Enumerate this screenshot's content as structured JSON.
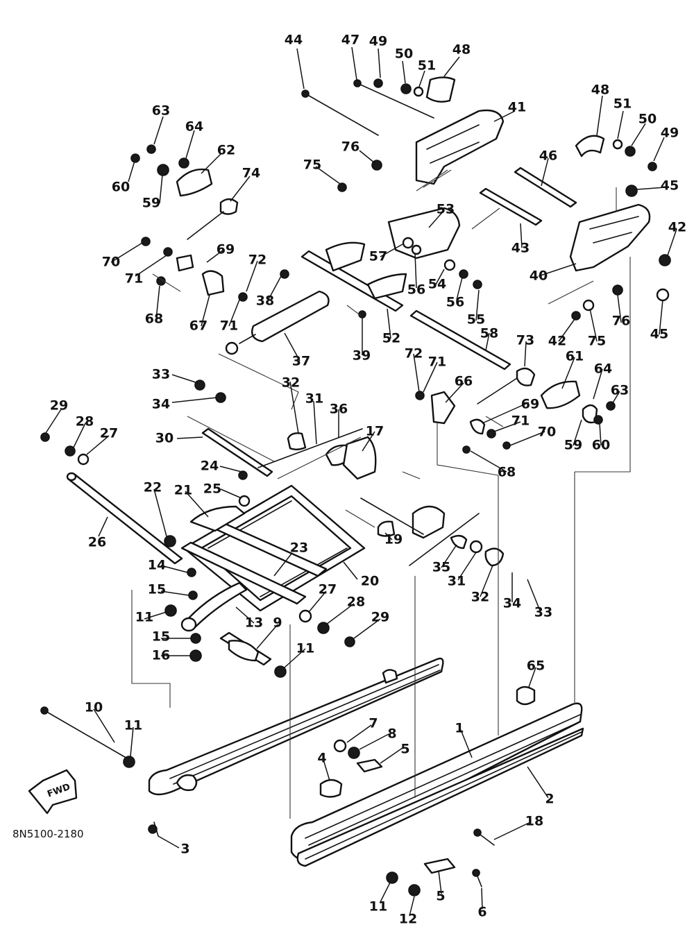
{
  "diagram_code": "8N5100-2180",
  "direction_label": "FWD",
  "colors": {
    "ink": "#111111",
    "paper": "#ffffff"
  },
  "part_numbers": [
    "1",
    "2",
    "3",
    "4",
    "5",
    "6",
    "7",
    "8",
    "9",
    "10",
    "11",
    "12",
    "13",
    "14",
    "15",
    "16",
    "17",
    "18",
    "19",
    "20",
    "21",
    "22",
    "23",
    "24",
    "25",
    "26",
    "27",
    "28",
    "29",
    "30",
    "31",
    "32",
    "33",
    "34",
    "35",
    "36",
    "37",
    "38",
    "39",
    "40",
    "41",
    "42",
    "43",
    "44",
    "45",
    "46",
    "47",
    "48",
    "49",
    "50",
    "51",
    "52",
    "53",
    "54",
    "55",
    "56",
    "57",
    "58",
    "59",
    "60",
    "61",
    "62",
    "63",
    "64",
    "65",
    "66",
    "67",
    "68",
    "69",
    "70",
    "71",
    "72",
    "73",
    "74",
    "75",
    "76"
  ],
  "callouts": [
    {
      "label": "44"
    },
    {
      "label": "47"
    },
    {
      "label": "49"
    },
    {
      "label": "50"
    },
    {
      "label": "51"
    },
    {
      "label": "48"
    },
    {
      "label": "41"
    },
    {
      "label": "48"
    },
    {
      "label": "51"
    },
    {
      "label": "50"
    },
    {
      "label": "49"
    },
    {
      "label": "63"
    },
    {
      "label": "64"
    },
    {
      "label": "62"
    },
    {
      "label": "60"
    },
    {
      "label": "59"
    },
    {
      "label": "74"
    },
    {
      "label": "76"
    },
    {
      "label": "75"
    },
    {
      "label": "46"
    },
    {
      "label": "45"
    },
    {
      "label": "53"
    },
    {
      "label": "43"
    },
    {
      "label": "42"
    },
    {
      "label": "40"
    },
    {
      "label": "70"
    },
    {
      "label": "69"
    },
    {
      "label": "71"
    },
    {
      "label": "72"
    },
    {
      "label": "57"
    },
    {
      "label": "56"
    },
    {
      "label": "54"
    },
    {
      "label": "56"
    },
    {
      "label": "55"
    },
    {
      "label": "38"
    },
    {
      "label": "68"
    },
    {
      "label": "67"
    },
    {
      "label": "71"
    },
    {
      "label": "52"
    },
    {
      "label": "39"
    },
    {
      "label": "37"
    },
    {
      "label": "58"
    },
    {
      "label": "73"
    },
    {
      "label": "42"
    },
    {
      "label": "75"
    },
    {
      "label": "76"
    },
    {
      "label": "45"
    },
    {
      "label": "72"
    },
    {
      "label": "71"
    },
    {
      "label": "66"
    },
    {
      "label": "61"
    },
    {
      "label": "64"
    },
    {
      "label": "63"
    },
    {
      "label": "69"
    },
    {
      "label": "71"
    },
    {
      "label": "70"
    },
    {
      "label": "59"
    },
    {
      "label": "60"
    },
    {
      "label": "68"
    },
    {
      "label": "33"
    },
    {
      "label": "34"
    },
    {
      "label": "32"
    },
    {
      "label": "31"
    },
    {
      "label": "36"
    },
    {
      "label": "17"
    },
    {
      "label": "29"
    },
    {
      "label": "28"
    },
    {
      "label": "27"
    },
    {
      "label": "30"
    },
    {
      "label": "24"
    },
    {
      "label": "25"
    },
    {
      "label": "22"
    },
    {
      "label": "21"
    },
    {
      "label": "26"
    },
    {
      "label": "23"
    },
    {
      "label": "20"
    },
    {
      "label": "19"
    },
    {
      "label": "35"
    },
    {
      "label": "31"
    },
    {
      "label": "32"
    },
    {
      "label": "34"
    },
    {
      "label": "33"
    },
    {
      "label": "14"
    },
    {
      "label": "15"
    },
    {
      "label": "11"
    },
    {
      "label": "15"
    },
    {
      "label": "16"
    },
    {
      "label": "13"
    },
    {
      "label": "9"
    },
    {
      "label": "27"
    },
    {
      "label": "28"
    },
    {
      "label": "29"
    },
    {
      "label": "11"
    },
    {
      "label": "65"
    },
    {
      "label": "10"
    },
    {
      "label": "11"
    },
    {
      "label": "7"
    },
    {
      "label": "8"
    },
    {
      "label": "5"
    },
    {
      "label": "4"
    },
    {
      "label": "1"
    },
    {
      "label": "2"
    },
    {
      "label": "18"
    },
    {
      "label": "3"
    },
    {
      "label": "5"
    },
    {
      "label": "6"
    },
    {
      "label": "11"
    },
    {
      "label": "12"
    }
  ]
}
